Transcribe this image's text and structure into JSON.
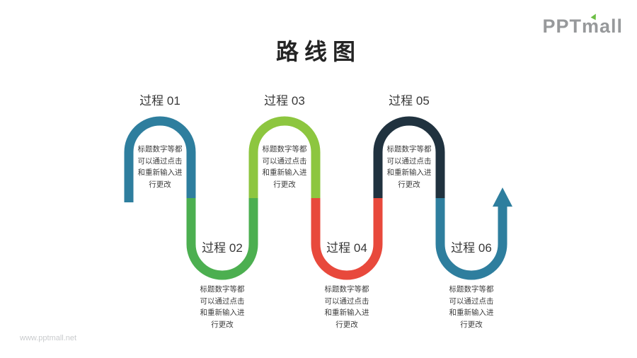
{
  "page": {
    "title": "路线图",
    "logo_text": "PPTmall",
    "logo_accent_color": "#6cbe45",
    "watermark": "www.pptmall.net"
  },
  "steps": [
    {
      "label": "过程 01",
      "color": "#2e7e9e",
      "position": "top",
      "desc": "标题数字等都\n可以通过点击\n和重新输入进\n行更改"
    },
    {
      "label": "过程 02",
      "color": "#4caf50",
      "position": "bottom",
      "desc": "标题数字等都\n可以通过点击\n和重新输入进\n行更改"
    },
    {
      "label": "过程 03",
      "color": "#8dc63f",
      "position": "top",
      "desc": "标题数字等都\n可以通过点击\n和重新输入进\n行更改"
    },
    {
      "label": "过程 04",
      "color": "#e8493c",
      "position": "bottom",
      "desc": "标题数字等都\n可以通过点击\n和重新输入进\n行更改"
    },
    {
      "label": "过程 05",
      "color": "#20323f",
      "position": "top",
      "desc": "标题数字等都\n可以通过点击\n和重新输入进\n行更改"
    },
    {
      "label": "过程 06",
      "color": "#2e7e9e",
      "position": "bottom",
      "desc": "标题数字等都\n可以通过点击\n和重新输入进\n行更改"
    }
  ]
}
